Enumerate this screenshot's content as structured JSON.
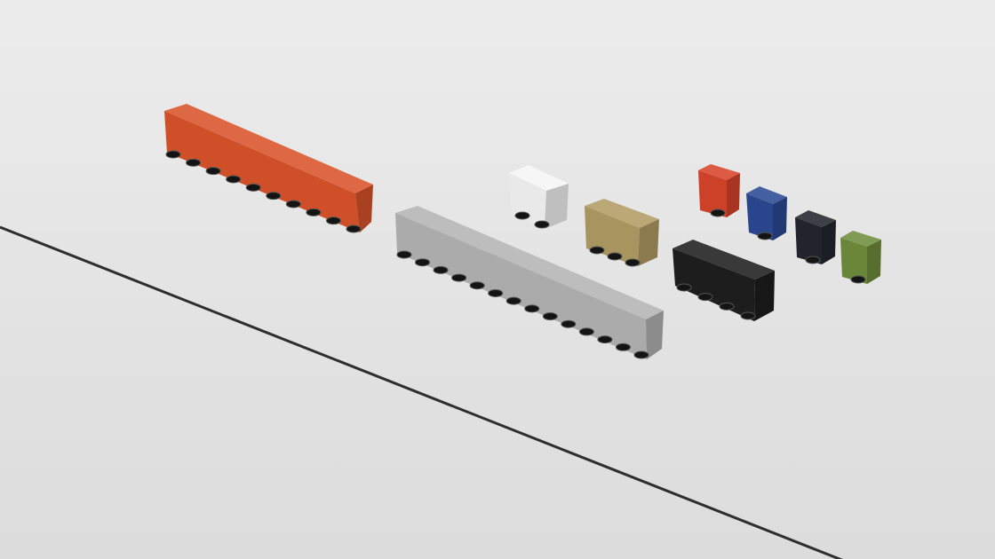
{
  "scene": {
    "wall_color": "#e4e4e4",
    "track_color": "#2e2e2e",
    "fixtures": [
      {
        "name": "orange-linear-fixture",
        "color": "#d9532a",
        "lens_count": 10
      },
      {
        "name": "grey-linear-fixture",
        "color": "#b4b4b4",
        "lens_count": 14
      },
      {
        "name": "white-cube-fixture",
        "color": "#f5f5f5",
        "lens_count": 2
      },
      {
        "name": "gold-fixture",
        "color": "#b19c64",
        "lens_count": 3
      },
      {
        "name": "black-fixture",
        "color": "#1e1e1e",
        "lens_count": 4
      },
      {
        "name": "red-small-fixture",
        "color": "#d8442a",
        "lens_count": 1
      },
      {
        "name": "blue-small-fixture",
        "color": "#2b4a94",
        "lens_count": 1
      },
      {
        "name": "navy-small-fixture",
        "color": "#23262e",
        "lens_count": 1
      },
      {
        "name": "green-small-fixture",
        "color": "#6f8d3c",
        "lens_count": 1
      }
    ]
  }
}
